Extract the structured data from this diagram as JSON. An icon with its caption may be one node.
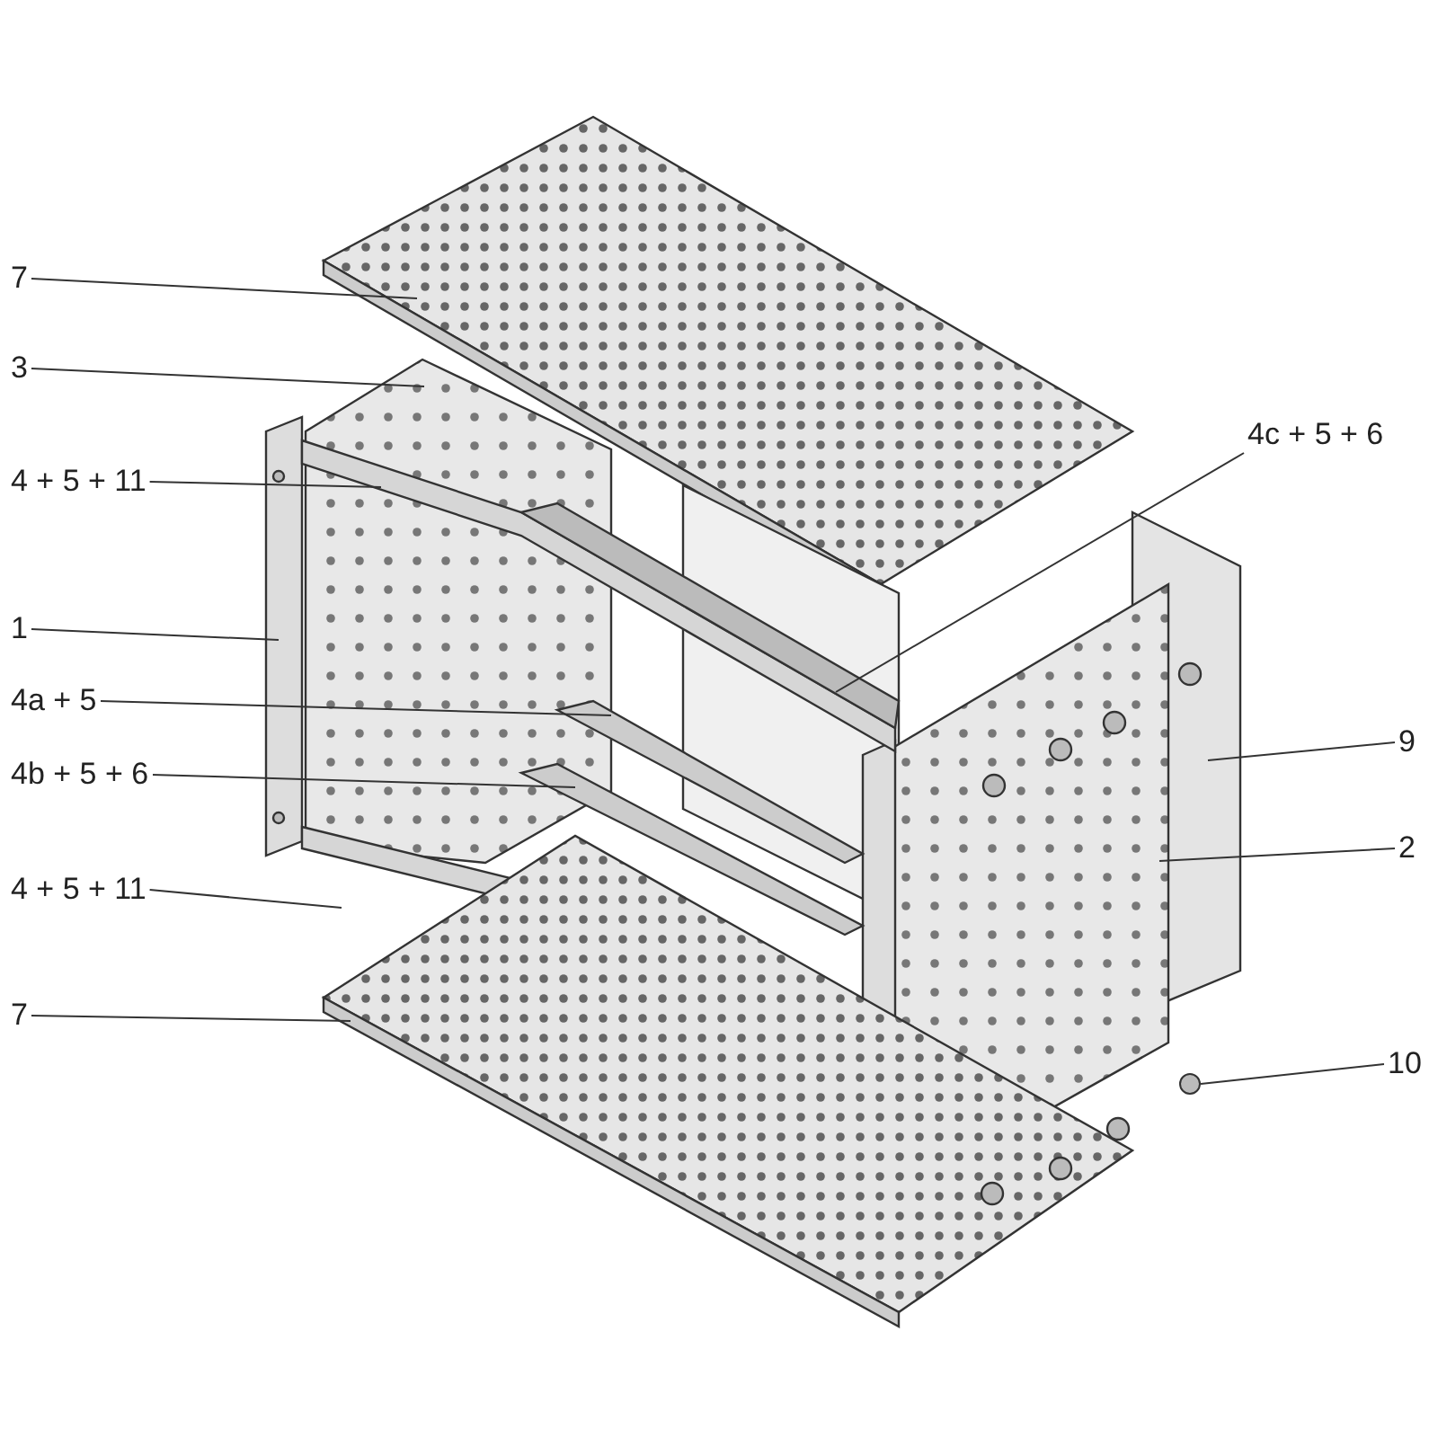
{
  "diagram": {
    "nodes": [
      {
        "text": [
          "7"
        ]
      },
      {
        "text": [
          "3"
        ]
      },
      {
        "text": [
          "4 + 5 + 11"
        ]
      },
      {
        "text": [
          "1"
        ]
      },
      {
        "text": [
          "4a + 5"
        ]
      },
      {
        "text": [
          "4b + 5 + 6"
        ]
      },
      {
        "text": [
          "4 + 5 + 11"
        ]
      },
      {
        "text": [
          "7"
        ]
      },
      {
        "text": [
          "4c + 5 + 6"
        ]
      },
      {
        "text": [
          "9"
        ]
      },
      {
        "text": [
          "2"
        ]
      },
      {
        "text": [
          "10"
        ]
      },
      {
        "text": [],
        "shape": "circle"
      }
    ],
    "edges": [
      {
        "from": 0,
        "to": null,
        "arrow": "none"
      },
      {
        "from": 1,
        "to": null,
        "arrow": "none"
      },
      {
        "from": 2,
        "to": null,
        "arrow": "none"
      },
      {
        "from": 3,
        "to": null,
        "arrow": "none"
      },
      {
        "from": 4,
        "to": null,
        "arrow": "none"
      },
      {
        "from": 5,
        "to": null,
        "arrow": "none"
      },
      {
        "from": 6,
        "to": null,
        "arrow": "none"
      },
      {
        "from": 7,
        "to": null,
        "arrow": "none"
      },
      {
        "from": 8,
        "to": null,
        "arrow": "none"
      },
      {
        "from": 9,
        "to": null,
        "arrow": "none"
      },
      {
        "from": 10,
        "to": null,
        "arrow": "none"
      },
      {
        "from": 11,
        "to": 12,
        "arrow": "none"
      }
    ]
  }
}
